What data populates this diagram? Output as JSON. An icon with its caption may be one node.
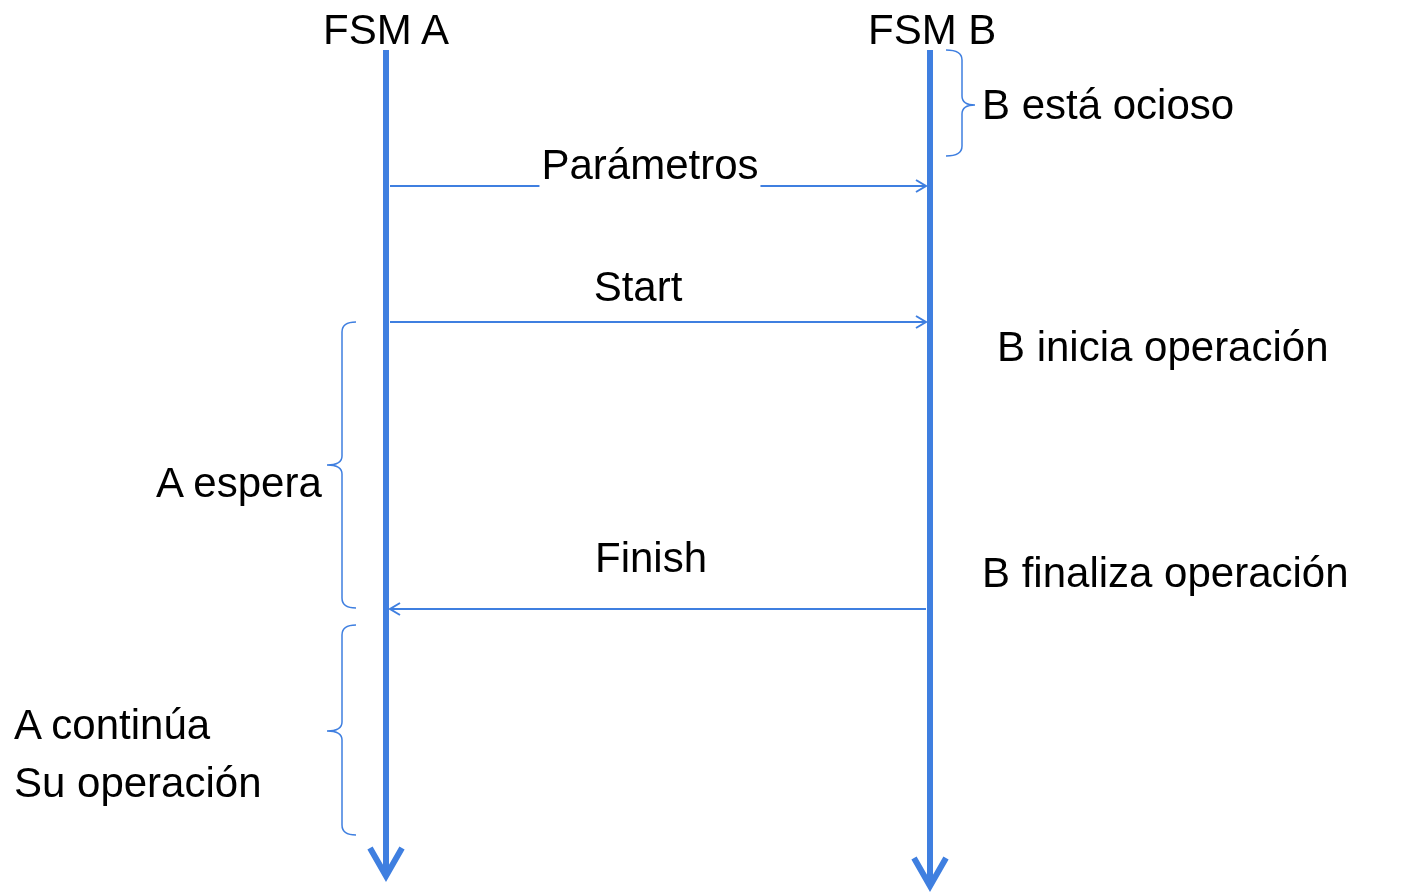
{
  "diagram": {
    "nodes": [
      {
        "text": [
          "FSM A"
        ]
      },
      {
        "text": [
          "FSM B"
        ]
      }
    ],
    "edges": [
      {
        "from": 0,
        "to": 1,
        "arrow": "to",
        "label": "Parámetros"
      },
      {
        "from": 0,
        "to": 1,
        "arrow": "to",
        "label": "Start"
      },
      {
        "from": 1,
        "to": 0,
        "arrow": "to",
        "label": "Finish"
      }
    ],
    "labels": [
      "B está ocioso",
      "B inicia operación",
      "A espera",
      "B finaliza operación",
      "A continúa Su operación"
    ]
  }
}
